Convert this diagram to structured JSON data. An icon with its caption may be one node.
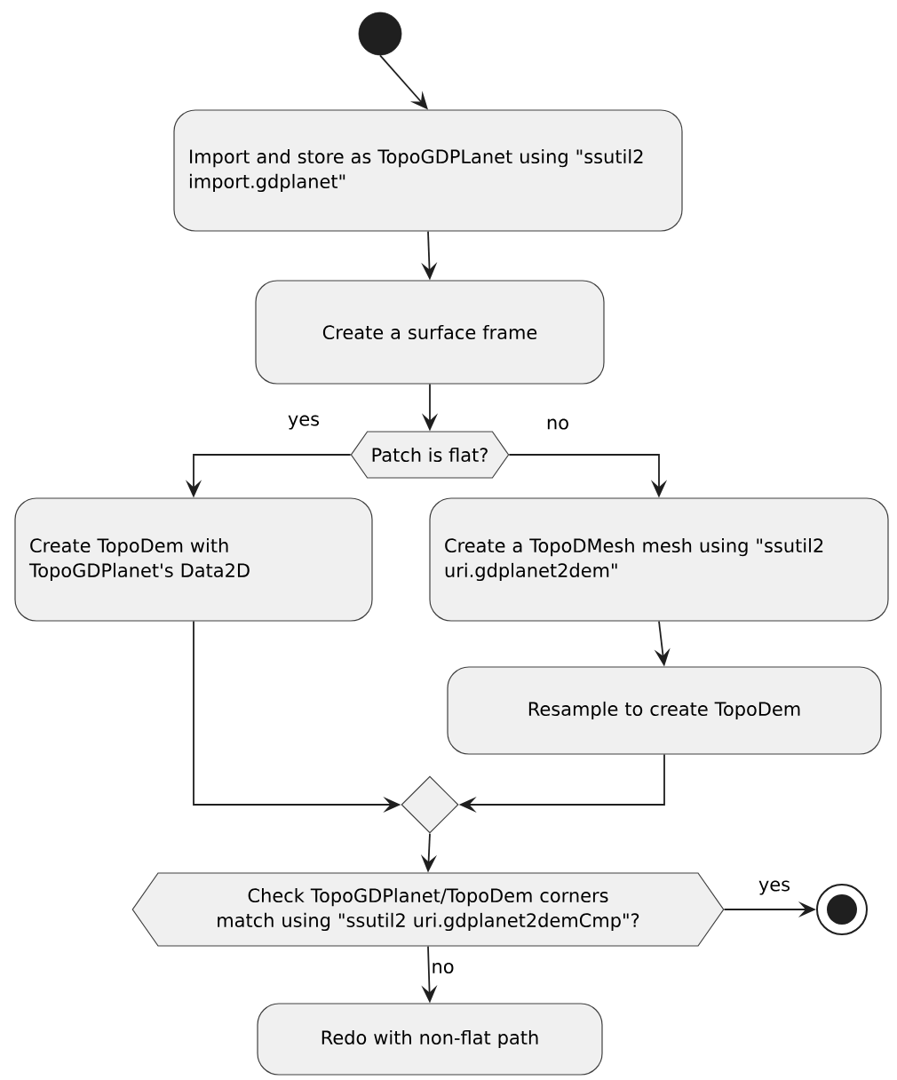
{
  "diagram": {
    "nodes": [
      {
        "text": [],
        "shape": "circle"
      },
      {
        "text": [
          "Import and store as TopoGDPLanet using \"ssutil2 import.gdplanet\""
        ]
      },
      {
        "text": [
          "Create a surface frame"
        ]
      },
      {
        "text": [
          "Patch is flat?"
        ]
      },
      {
        "text": [
          "Create TopoDem with TopoGDPlanet's Data2D"
        ]
      },
      {
        "text": [
          "Create a TopoDMesh mesh using \"ssutil2 uri.gdplanet2dem\""
        ]
      },
      {
        "text": [
          "Resample to create TopoDem"
        ]
      },
      {
        "text": [],
        "shape": "diamond"
      },
      {
        "text": [
          "Check TopoGDPlanet/TopoDem corners match using \"ssutil2 uri.gdplanet2demCmp\"?"
        ]
      },
      {
        "text": [],
        "shape": "circle"
      },
      {
        "text": [
          "Redo with non-flat path"
        ]
      }
    ],
    "edges": [
      {
        "from": 0,
        "to": 1,
        "arrow": "to"
      },
      {
        "from": 1,
        "to": 2,
        "arrow": "to"
      },
      {
        "from": 2,
        "to": 3,
        "arrow": "to"
      },
      {
        "from": 3,
        "to": 4,
        "arrow": "to",
        "label": "yes"
      },
      {
        "from": 3,
        "to": 5,
        "arrow": "to",
        "label": "no"
      },
      {
        "from": 5,
        "to": 6,
        "arrow": "to"
      },
      {
        "from": 4,
        "to": 7,
        "arrow": "to"
      },
      {
        "from": 6,
        "to": 7,
        "arrow": "to"
      },
      {
        "from": 7,
        "to": 8,
        "arrow": "to"
      },
      {
        "from": 8,
        "to": 9,
        "arrow": "to",
        "label": "yes"
      },
      {
        "from": 8,
        "to": 10,
        "arrow": "to",
        "label": "no"
      }
    ]
  }
}
